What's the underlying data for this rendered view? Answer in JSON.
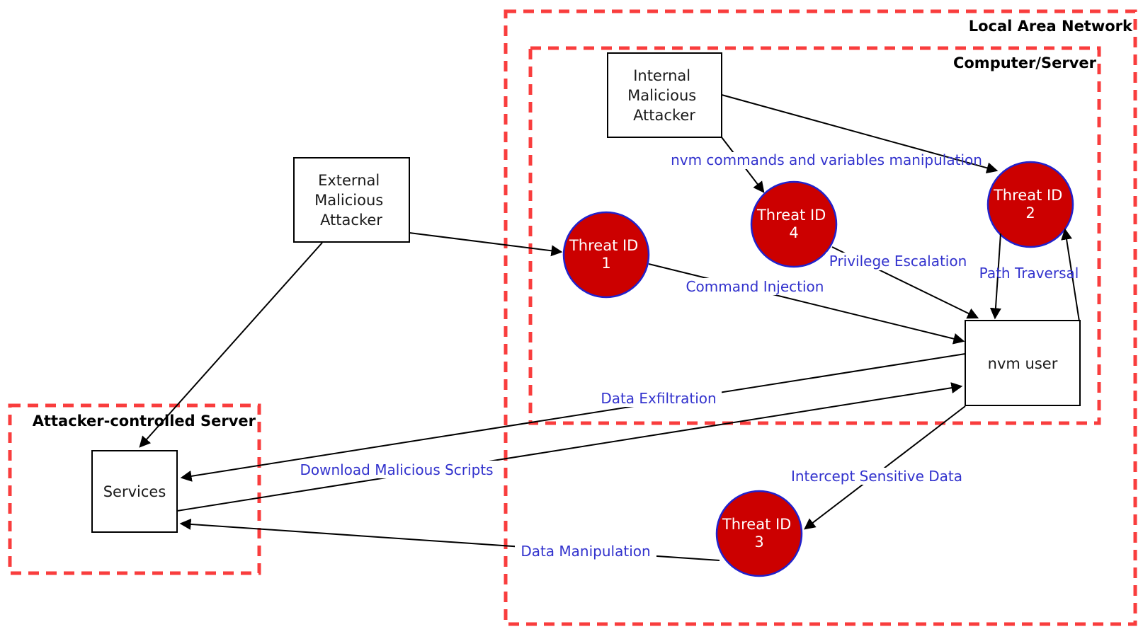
{
  "boundaries": {
    "lan": "Local Area Network",
    "computer_server": "Computer/Server",
    "attacker_server": "Attacker-controlled Server"
  },
  "nodes": {
    "internal_attacker": {
      "line1": "Internal",
      "line2": "Malicious",
      "line3": "Attacker"
    },
    "external_attacker": {
      "line1": "External",
      "line2": "Malicious",
      "line3": "Attacker"
    },
    "nvm_user": "nvm user",
    "services": "Services"
  },
  "threats": {
    "t1": {
      "title": "Threat ID",
      "num": "1"
    },
    "t2": {
      "title": "Threat ID",
      "num": "2"
    },
    "t3": {
      "title": "Threat ID",
      "num": "3"
    },
    "t4": {
      "title": "Threat ID",
      "num": "4"
    }
  },
  "edge_labels": {
    "nvm_commands": "nvm commands and variables manipulation",
    "privilege_escalation": "Privilege Escalation",
    "path_traversal": "Path Traversal",
    "command_injection": "Command Injection",
    "data_exfiltration": "Data Exfiltration",
    "download_malicious_scripts": "Download Malicious Scripts",
    "intercept_sensitive_data": "Intercept Sensitive Data",
    "data_manipulation": "Data Manipulation"
  },
  "colors": {
    "boundary_red": "#f93d3d",
    "threat_fill": "#cc0000",
    "threat_border": "#2121cc",
    "edge_label_blue": "#3232cd",
    "edge_black": "#000000"
  }
}
